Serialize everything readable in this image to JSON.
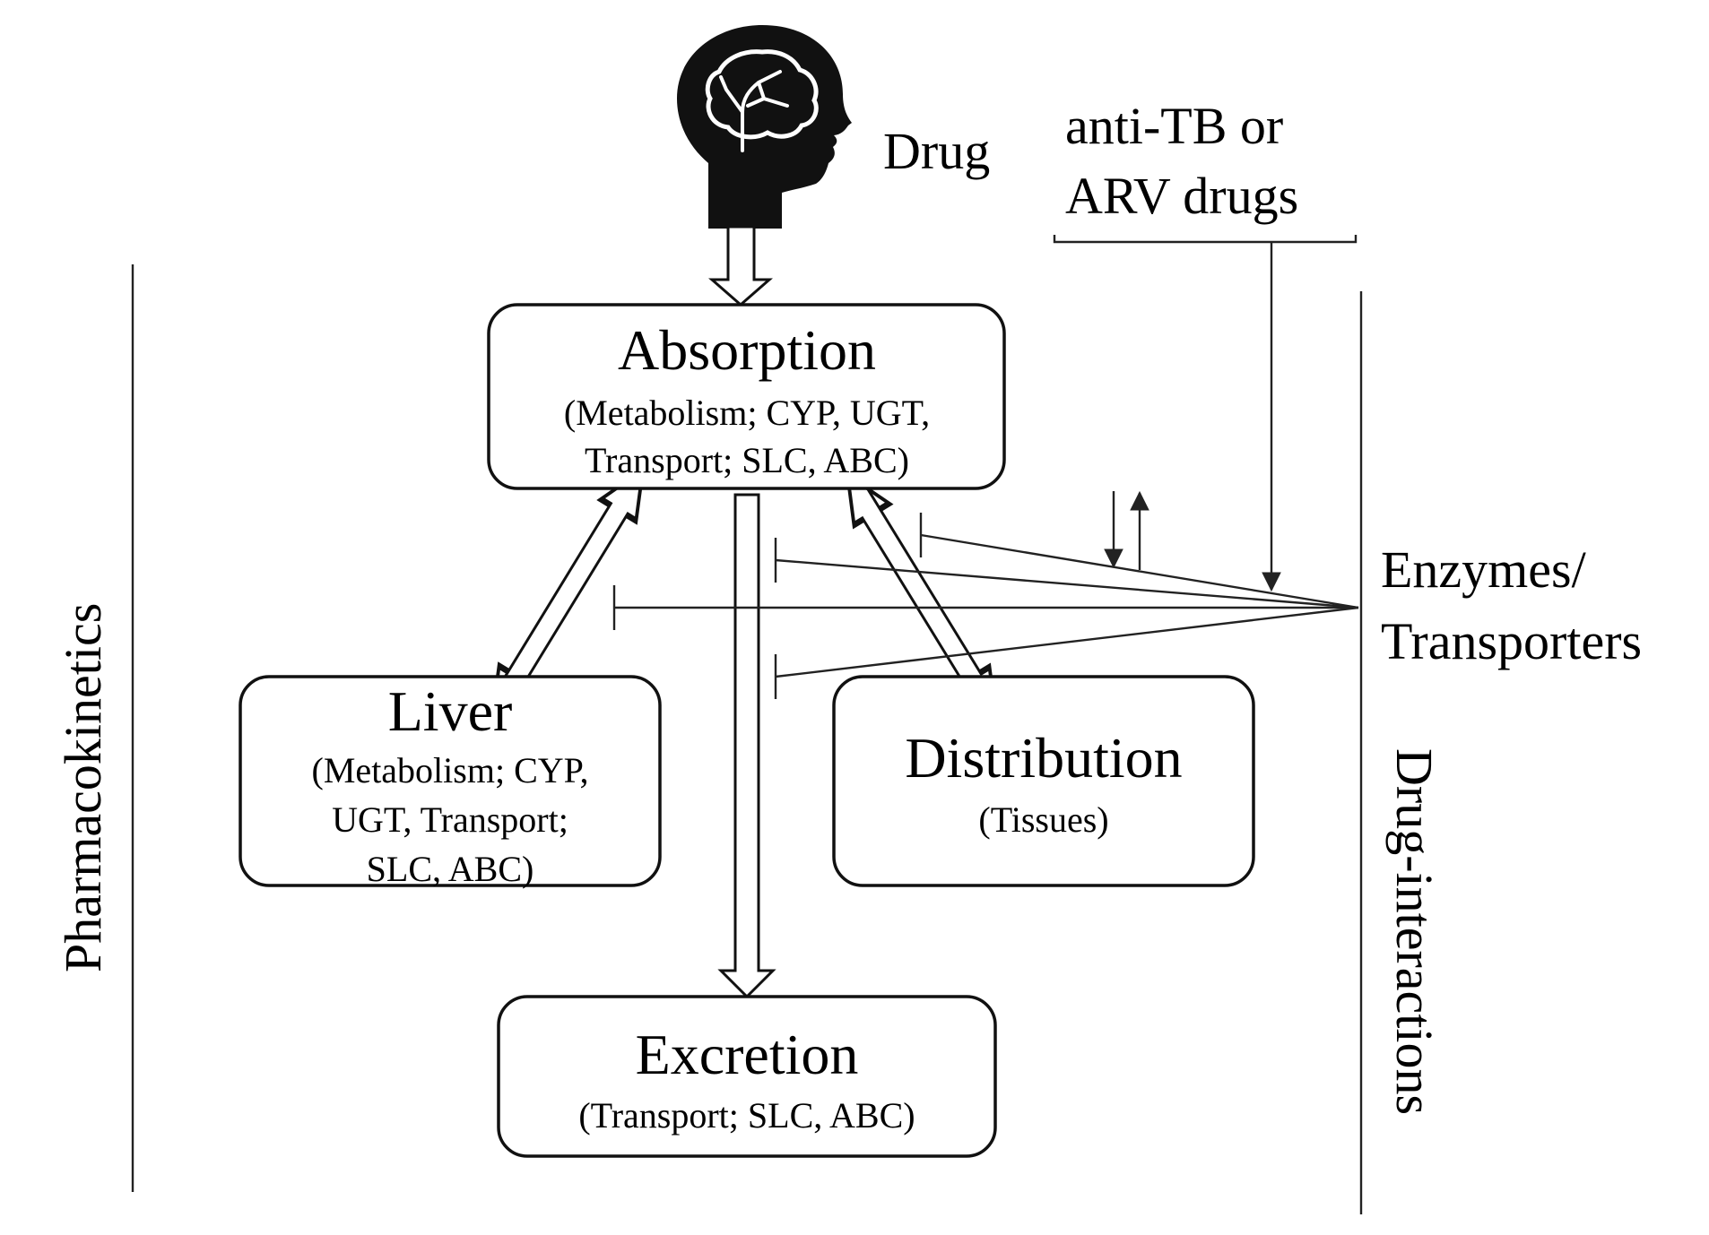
{
  "drug_label": "Drug",
  "anti_drugs": [
    "anti-TB or",
    "ARV drugs"
  ],
  "absorption": {
    "title": "Absorption",
    "lines": [
      "(Metabolism; CYP, UGT,",
      "Transport; SLC, ABC)"
    ]
  },
  "liver": {
    "title": "Liver",
    "lines": [
      "(Metabolism; CYP,",
      "UGT, Transport;",
      "SLC, ABC)"
    ]
  },
  "distribution": {
    "title": "Distribution",
    "lines": [
      "(Tissues)"
    ]
  },
  "excretion": {
    "title": "Excretion",
    "lines": [
      "(Transport; SLC, ABC)"
    ]
  },
  "enzymes_label": [
    "Enzymes/",
    "Transporters"
  ],
  "left_side_label": "Pharmacokinetics",
  "right_side_label": "Drug-interactions",
  "icons": {
    "head": "head-with-brain-icon"
  }
}
